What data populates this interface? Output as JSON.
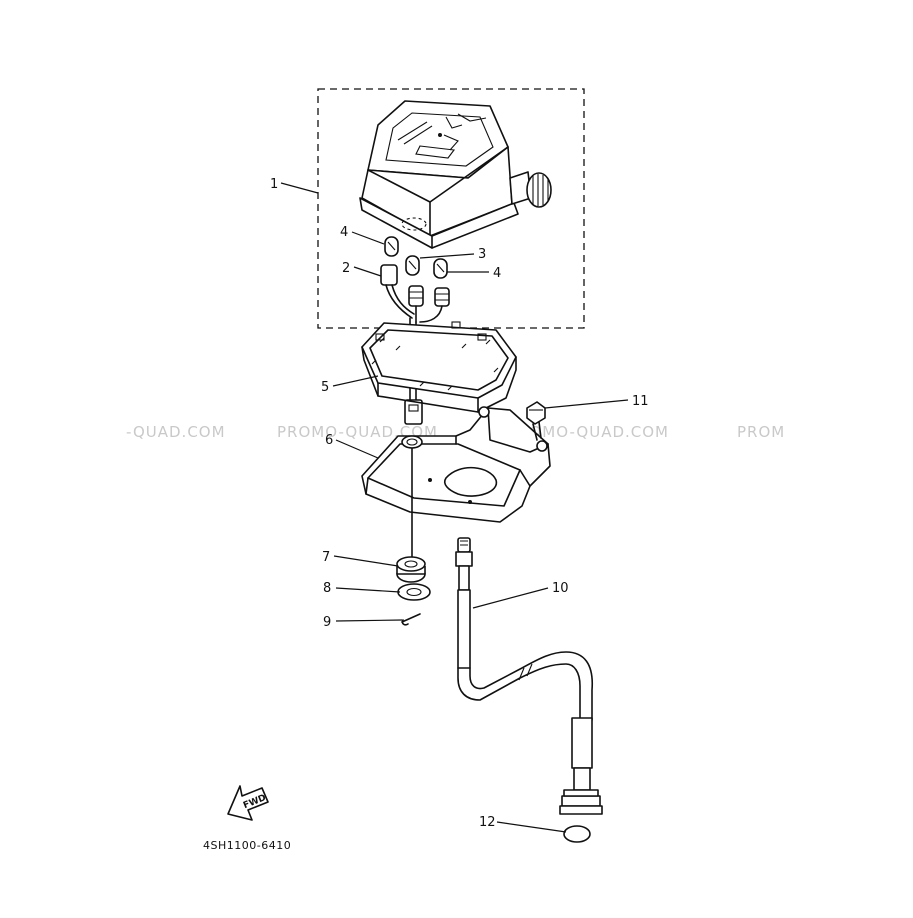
{
  "watermark": {
    "segments": [
      "-QUAD.COM",
      "PROMO-QUAD.COM",
      "PROMO-QUAD.COM",
      "PROM"
    ]
  },
  "callouts": {
    "c1": "1",
    "c2": "2",
    "c3": "3",
    "c4a": "4",
    "c4b": "4",
    "c5": "5",
    "c6": "6",
    "c7": "7",
    "c8": "8",
    "c9": "9",
    "c10": "10",
    "c11": "11",
    "c12": "12"
  },
  "fwd_label": "FWD",
  "part_code": "4SH1100-6410"
}
